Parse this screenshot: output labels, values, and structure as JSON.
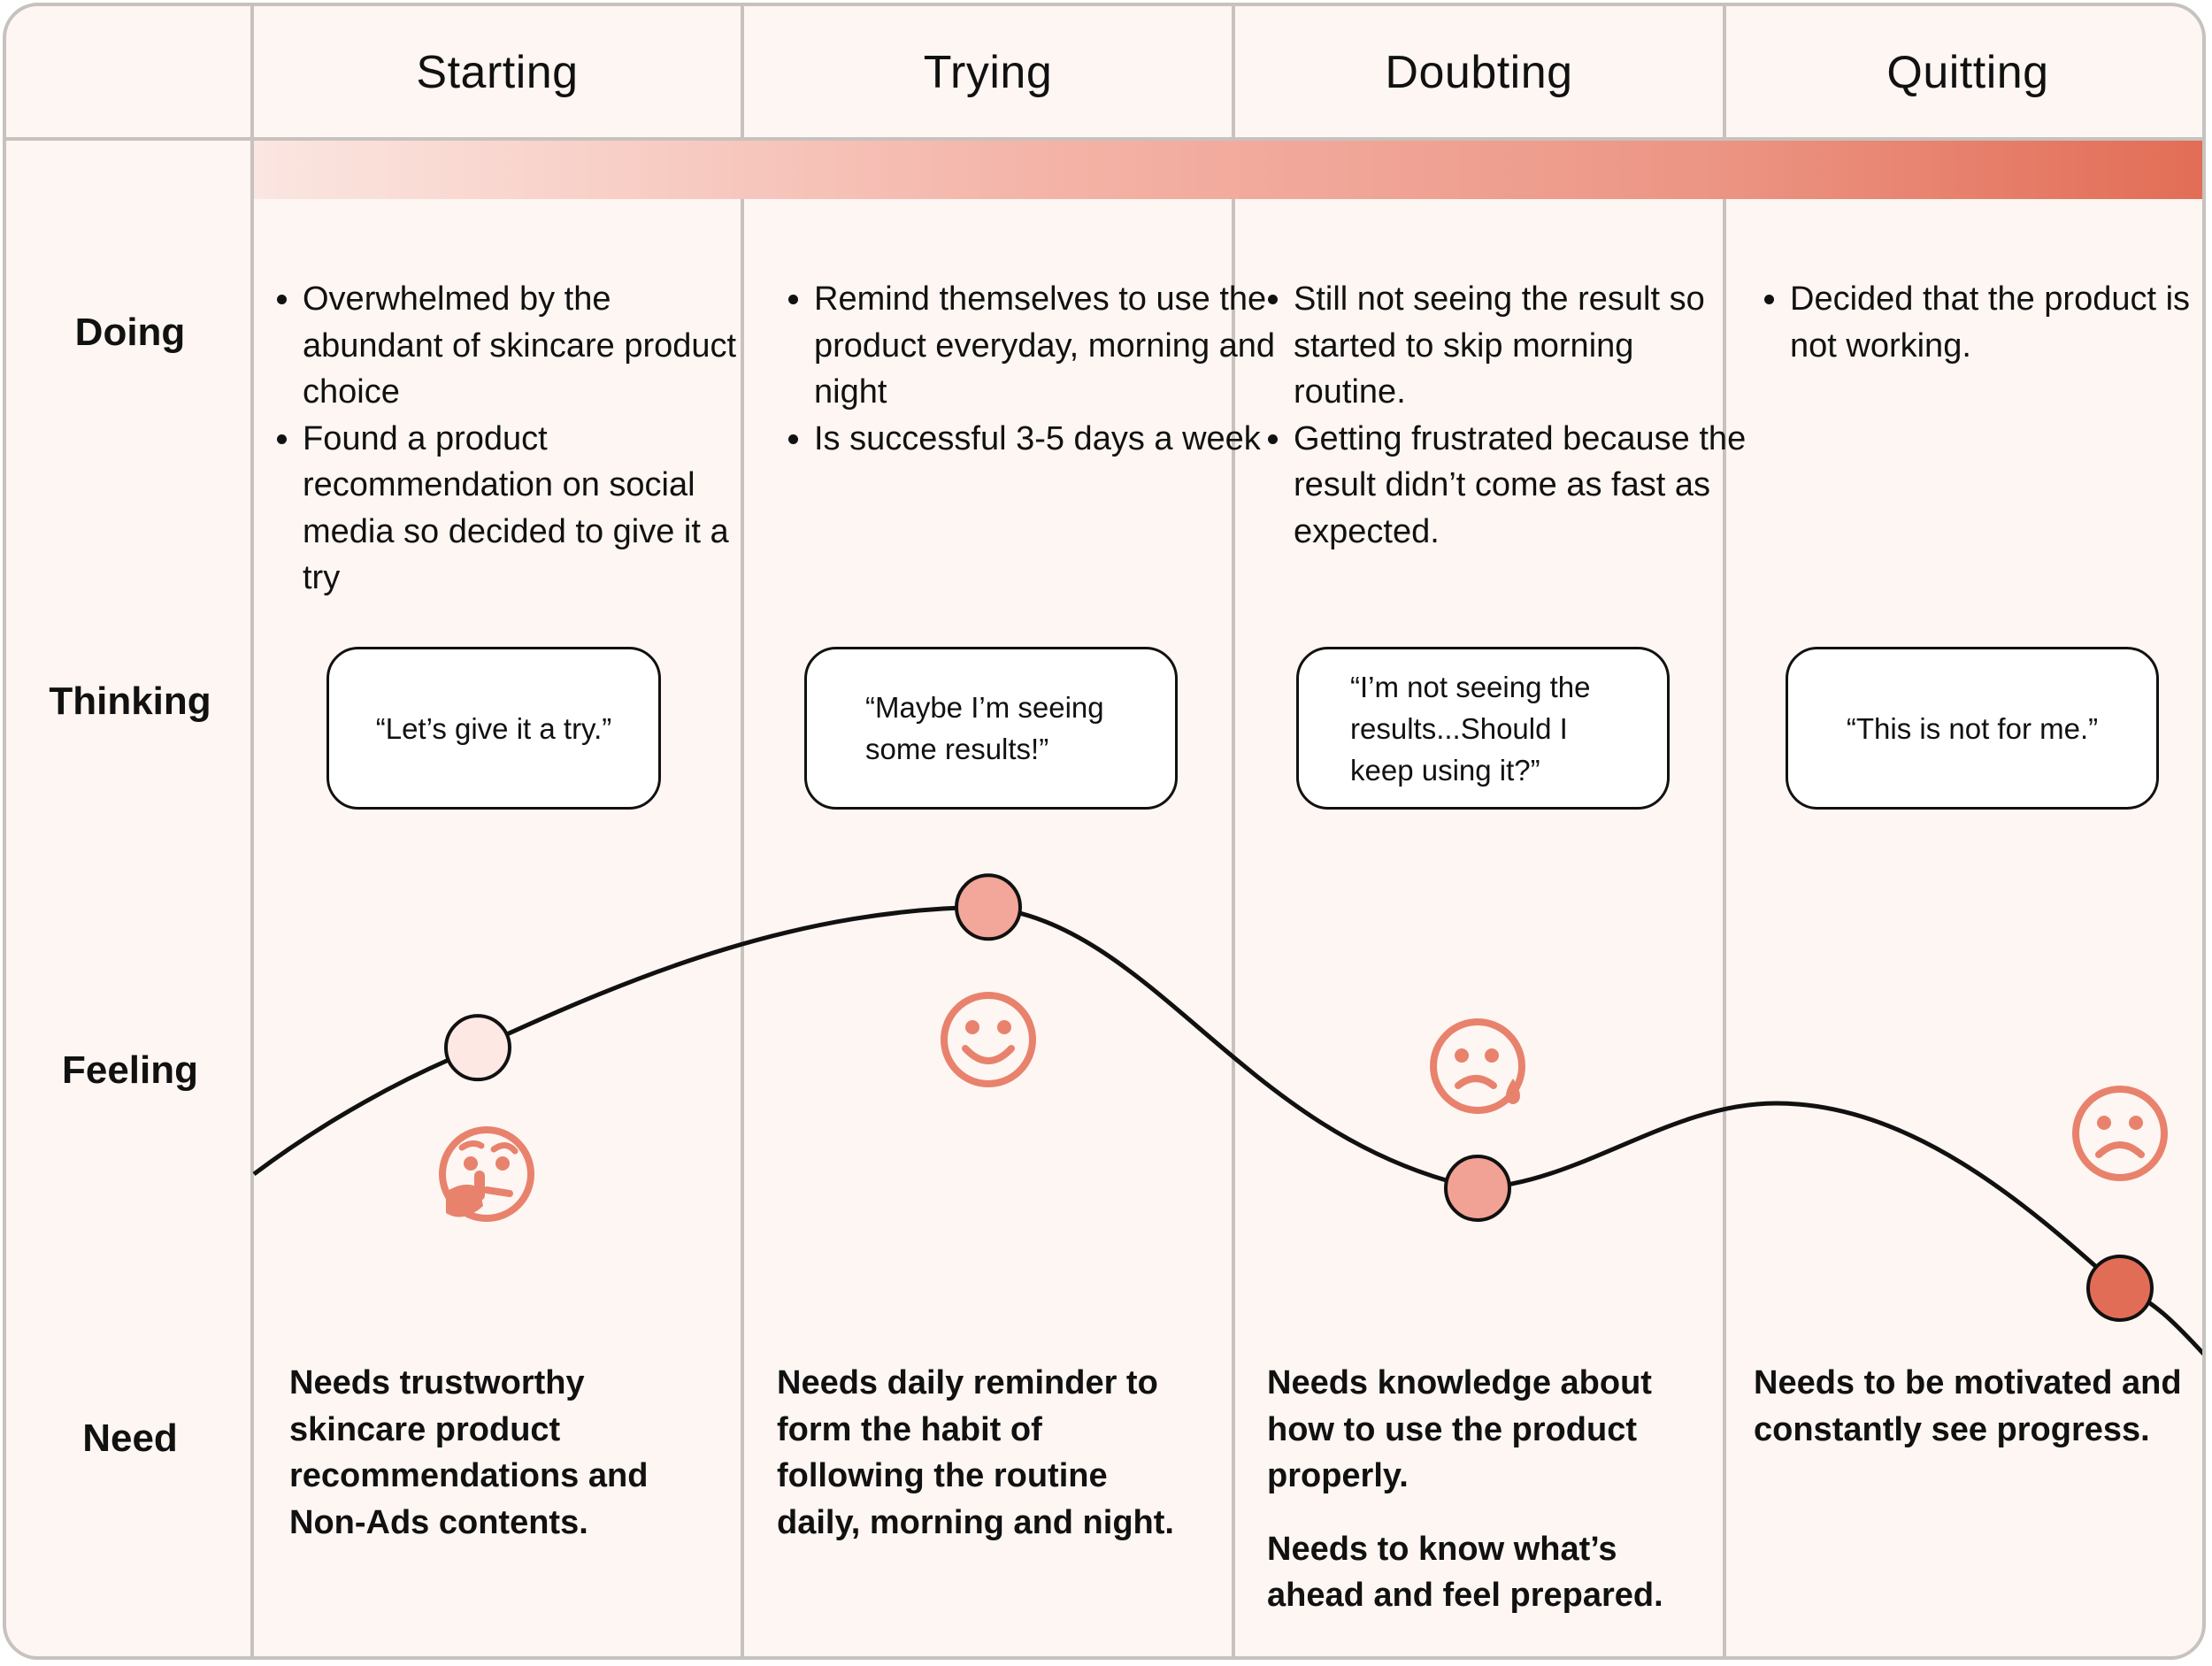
{
  "stages": [
    {
      "title": "Starting",
      "doing": [
        "Overwhelmed by the abundant of skincare product choice",
        "Found a product recommendation on social media so decided to give it a try"
      ],
      "thinking": "“Let’s give it a try.”",
      "feeling_icon": "thinking-face-icon",
      "need": [
        "Needs trustworthy skincare product recommendations and Non-Ads contents."
      ]
    },
    {
      "title": "Trying",
      "doing": [
        "Remind themselves to use the product everyday, morning and night",
        "Is successful 3-5 days a week"
      ],
      "thinking": "“Maybe I’m seeing some results!”",
      "feeling_icon": "smiling-face-icon",
      "need": [
        "Needs daily reminder to form the habit of following the routine daily, morning and night."
      ]
    },
    {
      "title": "Doubting",
      "doing": [
        "Still not seeing the result so started to skip morning routine.",
        "Getting frustrated because the result didn’t come as fast as expected."
      ],
      "thinking": "“I’m not seeing the results...Should I keep using it?”",
      "feeling_icon": "sad-tear-face-icon",
      "need": [
        "Needs knowledge about how to use the product properly.",
        "Needs to know what’s ahead and feel prepared."
      ]
    },
    {
      "title": "Quitting",
      "doing": [
        "Decided that the product is not working."
      ],
      "thinking": "“This is not for me.”",
      "feeling_icon": "frowning-face-icon",
      "need": [
        "Needs to be motivated and constantly see progress."
      ]
    }
  ],
  "row_labels": {
    "doing": "Doing",
    "thinking": "Thinking",
    "feeling": "Feeling",
    "need": "Need"
  },
  "feeling_curve": {
    "levels": [
      0.45,
      0.9,
      0.0,
      -0.32
    ],
    "colors": [
      "#fde8e4",
      "#f3a69a",
      "#f2a294",
      "#e26d56"
    ]
  },
  "colors": {
    "accent": "#e8826d",
    "background": "#fdf6f2",
    "divider": "#c7c2be",
    "gradient_start": "#fbe6e1",
    "gradient_end": "#e26d56"
  }
}
